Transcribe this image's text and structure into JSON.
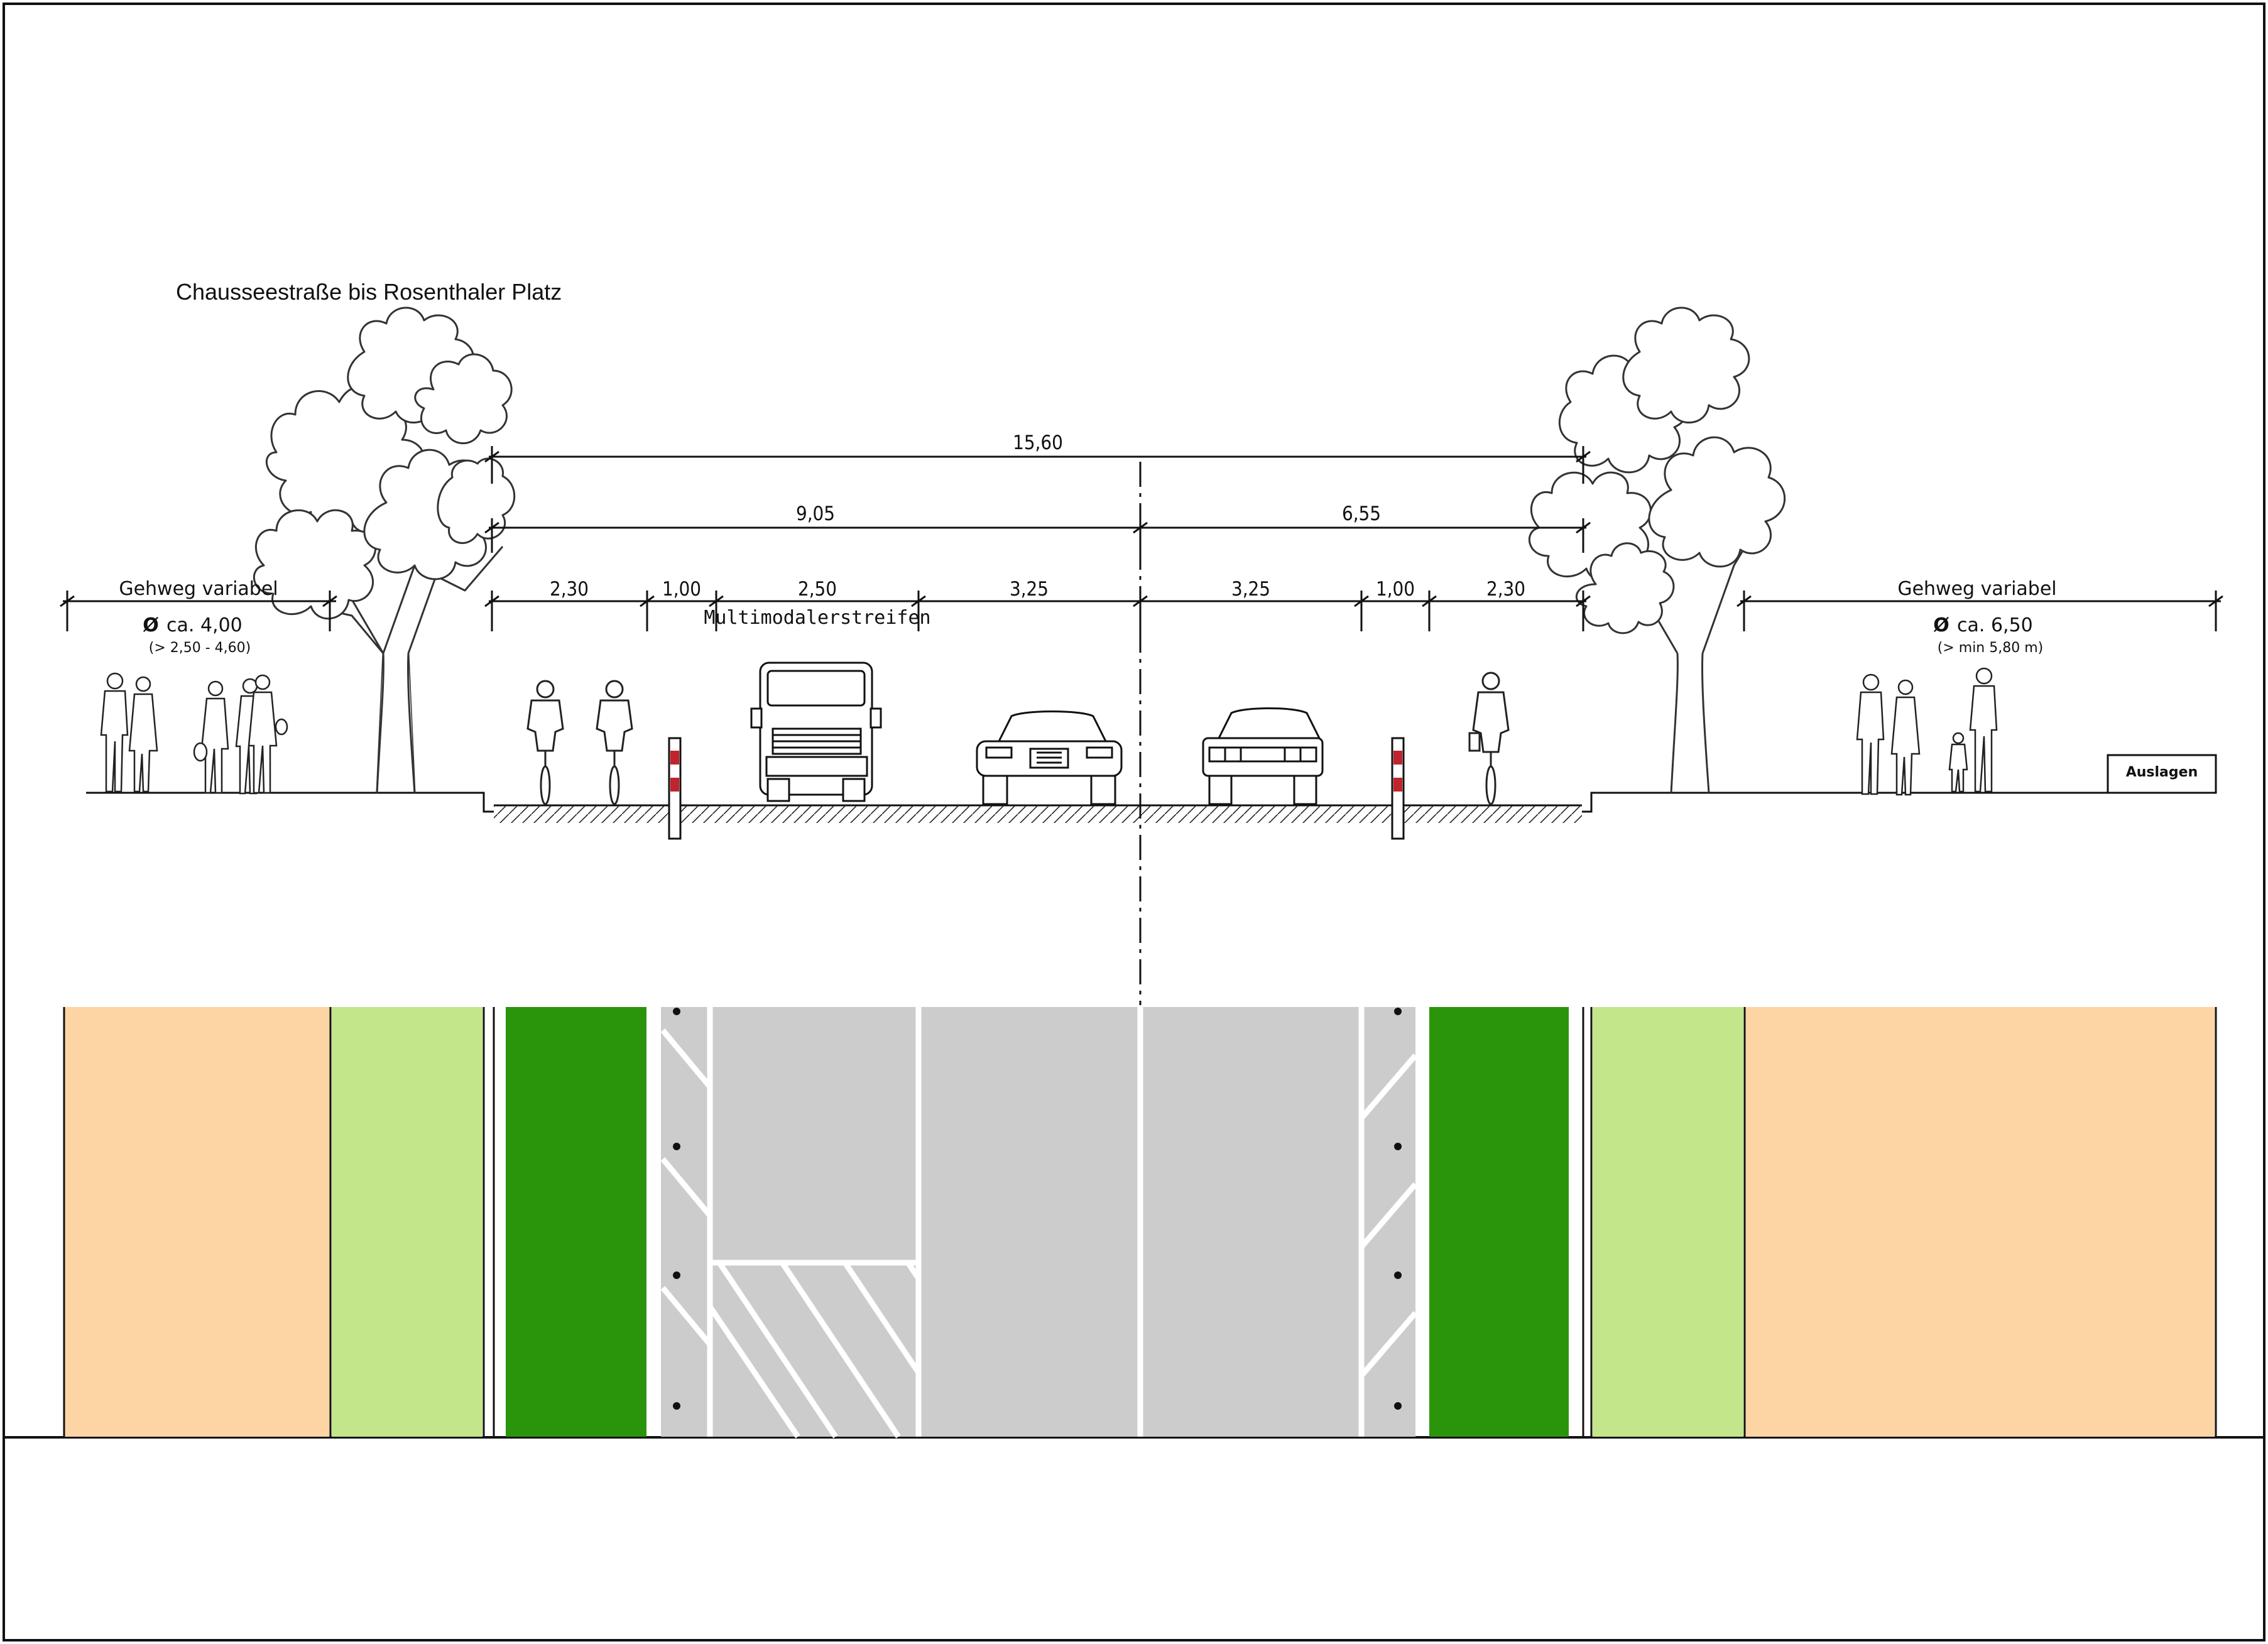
{
  "title": "Chausseestraße bis Rosenthaler Platz",
  "dimensions": {
    "total": "15,60",
    "left_half": "9,05",
    "right_half": "6,55",
    "segments": [
      "2,30",
      "1,00",
      "2,50",
      "3,25",
      "3,25",
      "1,00",
      "2,30"
    ]
  },
  "labels": {
    "multimodal": "Multimodalerstreifen",
    "sidewalk_left": "Gehweg variabel",
    "sidewalk_left_avg": "ca. 4,00",
    "sidewalk_left_range": "(> 2,50 - 4,60)",
    "sidewalk_right": "Gehweg variabel",
    "sidewalk_right_avg": "ca. 6,50",
    "sidewalk_right_range": "(> min 5,80 m)",
    "diameter_symbol": "Ø",
    "auslagen": "Auslagen"
  },
  "colors": {
    "sidewalk": "#fdd5a5",
    "tree_strip": "#c4e68a",
    "bike_lane": "#2a950b",
    "road": "#cccccc",
    "marking": "#ffffff",
    "line": "#111111"
  }
}
